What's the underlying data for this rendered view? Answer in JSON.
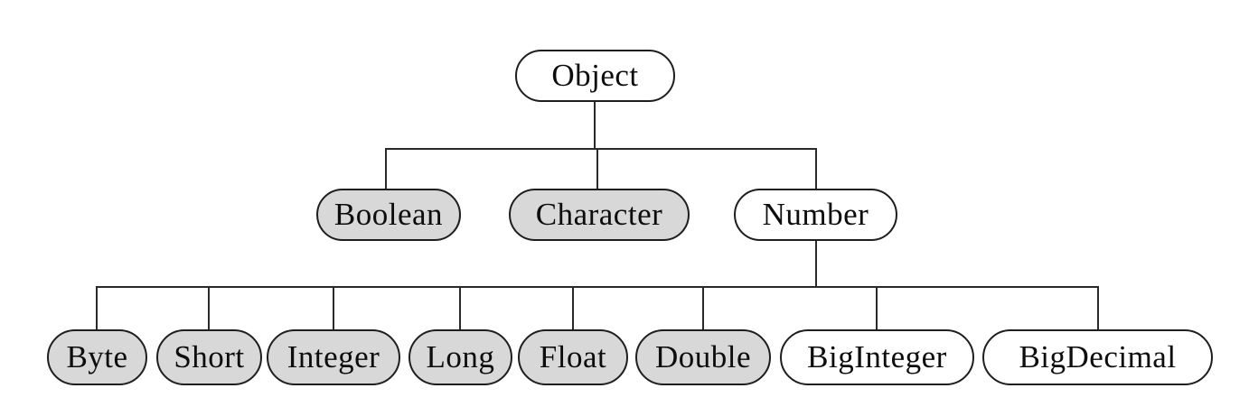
{
  "diagram": {
    "description": "Class hierarchy tree of Java wrapper classes",
    "root": {
      "label": "Object",
      "children": [
        "Boolean",
        "Character",
        "Number"
      ]
    },
    "number_children": [
      "Byte",
      "Short",
      "Integer",
      "Long",
      "Float",
      "Double",
      "BigInteger",
      "BigDecimal"
    ],
    "nodes": [
      {
        "label": "Object",
        "fill": "white",
        "parent": null
      },
      {
        "label": "Boolean",
        "fill": "gray",
        "parent": "Object"
      },
      {
        "label": "Character",
        "fill": "gray",
        "parent": "Object"
      },
      {
        "label": "Number",
        "fill": "white",
        "parent": "Object"
      },
      {
        "label": "Byte",
        "fill": "gray",
        "parent": "Number"
      },
      {
        "label": "Short",
        "fill": "gray",
        "parent": "Number"
      },
      {
        "label": "Integer",
        "fill": "gray",
        "parent": "Number"
      },
      {
        "label": "Long",
        "fill": "gray",
        "parent": "Number"
      },
      {
        "label": "Float",
        "fill": "gray",
        "parent": "Number"
      },
      {
        "label": "Double",
        "fill": "gray",
        "parent": "Number"
      },
      {
        "label": "BigInteger",
        "fill": "white",
        "parent": "Number"
      },
      {
        "label": "BigDecimal",
        "fill": "white",
        "parent": "Number"
      }
    ],
    "colors": {
      "node_fill_gray": "#d8d8d8",
      "node_fill_white": "#ffffff",
      "node_border": "#1e1e1e",
      "connector_line": "#2a2a2a",
      "background": "#ffffff",
      "text": "#0d0d0d"
    }
  }
}
